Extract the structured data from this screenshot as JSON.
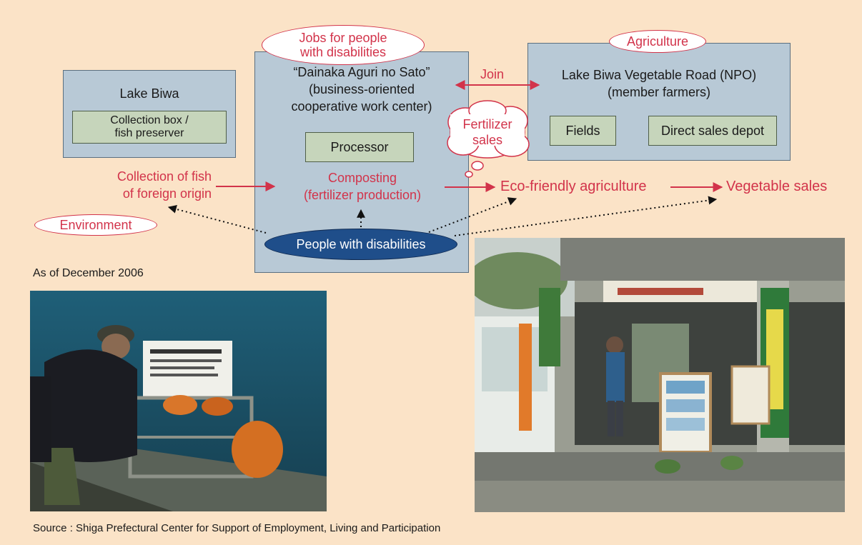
{
  "lake_box": {
    "title": "Lake Biwa",
    "inner_line1": "Collection box /",
    "inner_line2": "fish preserver"
  },
  "center_box": {
    "title_line1": "“Dainaka Aguri no Sato”",
    "title_line2": "(business-oriented",
    "title_line3": "cooperative work center)",
    "processor": "Processor"
  },
  "npo_box": {
    "title_line1": "Lake Biwa Vegetable Road (NPO)",
    "title_line2": "(member farmers)",
    "fields": "Fields",
    "depot": "Direct sales depot"
  },
  "ovals": {
    "jobs_line1": "Jobs for people",
    "jobs_line2": "with disabilities",
    "agriculture": "Agriculture",
    "environment": "Environment",
    "people": "People with disabilities"
  },
  "cloud": {
    "line1": "Fertilizer",
    "line2": "sales"
  },
  "flow": {
    "join": "Join",
    "collection_line1": "Collection of fish",
    "collection_line2": "of foreign origin",
    "composting_line1": "Composting",
    "composting_line2": "(fertilizer production)",
    "eco": "Eco-friendly agriculture",
    "vegetable": "Vegetable sales"
  },
  "date_note": "As of December 2006",
  "source": "Source : Shiga Prefectural Center for Support of Employment, Living and Participation",
  "colors": {
    "background": "#fbe3c7",
    "box": "#b8c9d6",
    "inner": "#c6d5bb",
    "accent_red": "#d2334a",
    "people_oval": "#1f4e8a"
  }
}
